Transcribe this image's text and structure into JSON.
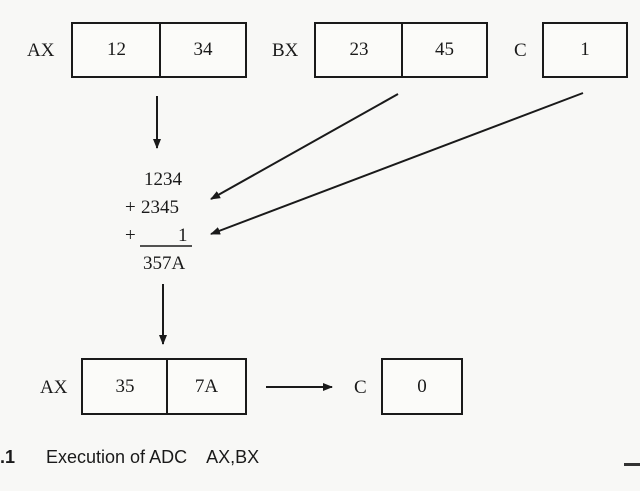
{
  "top_row": {
    "ax": {
      "label": "AX",
      "high": "12",
      "low": "34"
    },
    "bx": {
      "label": "BX",
      "high": "23",
      "low": "45"
    },
    "c": {
      "label": "C",
      "value": "1"
    }
  },
  "calculation": {
    "line1": "1234",
    "line2_sign": "+",
    "line2": "2345",
    "line3_sign": "+",
    "line3": "1",
    "result": "357A"
  },
  "bottom_row": {
    "ax": {
      "label": "AX",
      "high": "35",
      "low": "7A"
    },
    "c": {
      "label": "C",
      "value": "0"
    }
  },
  "caption": {
    "number": ".1",
    "text": "Execution of ADC    AX,BX"
  }
}
